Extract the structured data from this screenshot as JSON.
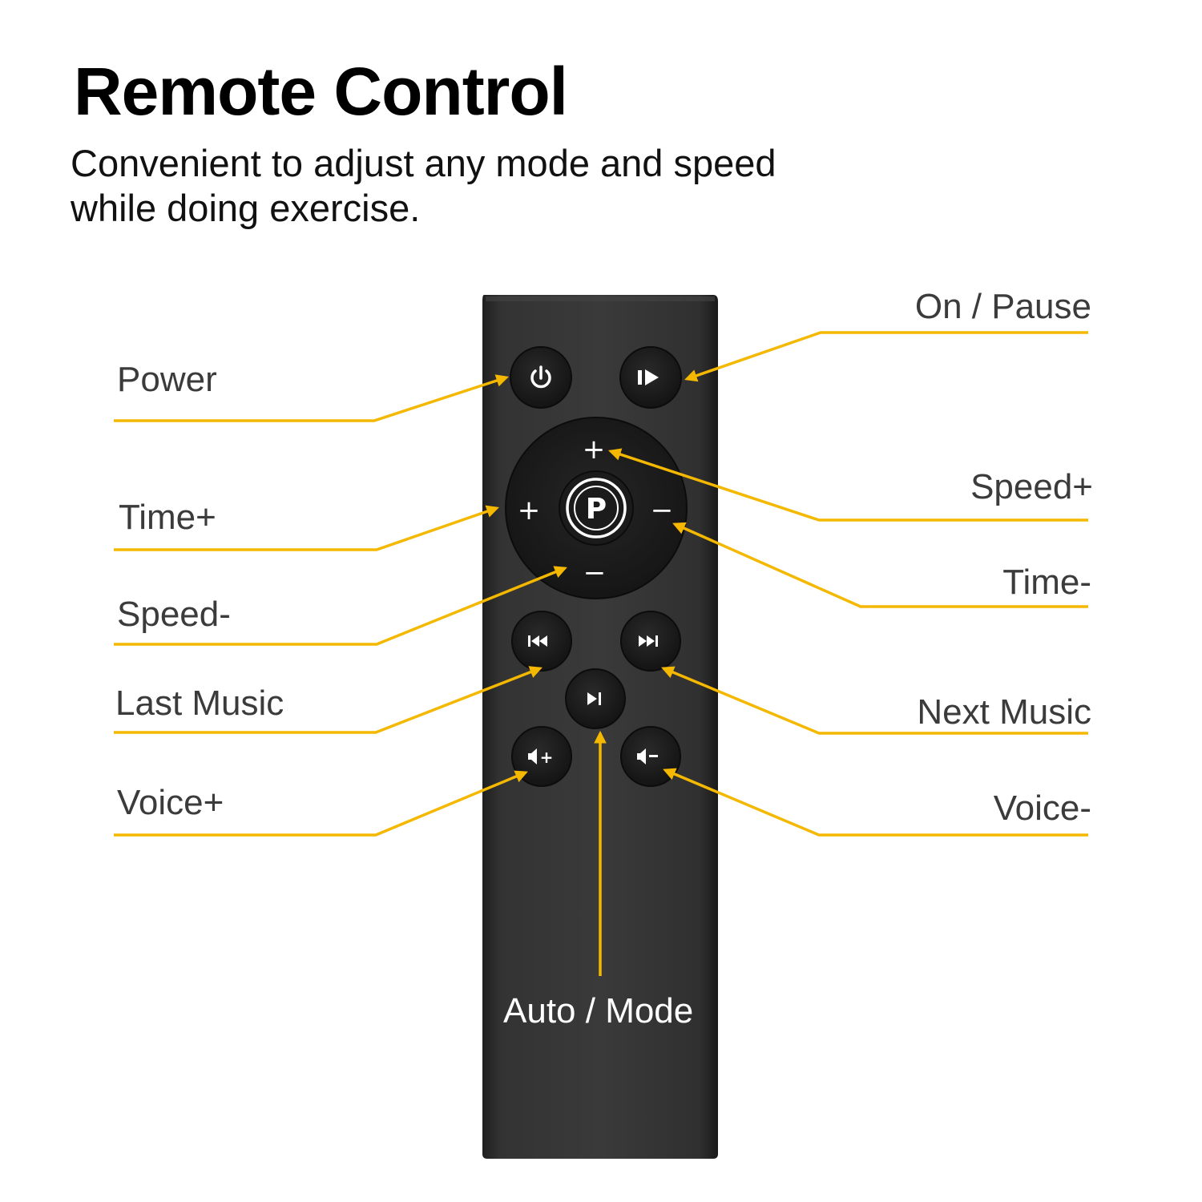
{
  "header": {
    "title": "Remote Control",
    "subtitle_line1": "Convenient to adjust any mode and speed",
    "subtitle_line2": "while doing exercise."
  },
  "colors": {
    "accent": "#f5b800",
    "remote_body": "#2f2f2f",
    "button": "#1e1e1e",
    "label_text": "#3b3b3b"
  },
  "remote": {
    "center_logo": "P",
    "plus_glyph": "+",
    "minus_glyph": "−"
  },
  "callouts": {
    "power": "Power",
    "on_pause": "On / Pause",
    "time_plus": "Time+",
    "speed_plus": "Speed+",
    "speed_minus": "Speed-",
    "time_minus": "Time-",
    "last_music": "Last Music",
    "next_music": "Next Music",
    "voice_plus": "Voice+",
    "voice_minus": "Voice-",
    "auto_mode": "Auto / Mode"
  },
  "icons": {
    "power": "power-icon",
    "play_pause": "play-pause-icon",
    "previous": "previous-track-icon",
    "next": "next-track-icon",
    "play_next": "play-next-icon",
    "volume_up": "volume-up-icon",
    "volume_down": "volume-down-icon"
  }
}
